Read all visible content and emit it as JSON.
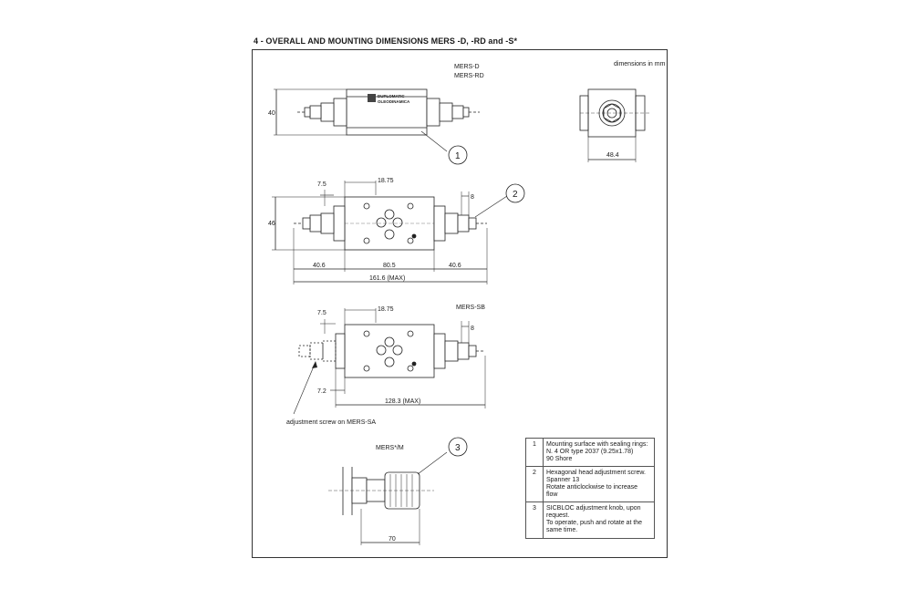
{
  "heading": "4 - OVERALL AND MOUNTING DIMENSIONS MERS -D, -RD and -S*",
  "units_note": "dimensions in mm",
  "views": {
    "top": {
      "label1": "MERS-D",
      "label2": "MERS-RD",
      "dim_height": "40",
      "brand1": "DUPLOMATIC",
      "brand2": "OLEODINAMICA"
    },
    "side": {
      "dim_width": "48.4"
    },
    "plan1": {
      "dim_7_5": "7.5",
      "dim_18_75": "18.75",
      "dim_8": "8",
      "dim_46": "46",
      "dim_left": "40.6",
      "dim_mid": "80.5",
      "dim_right": "40.6",
      "dim_total": "161.6 (MAX)"
    },
    "plan2": {
      "label": "MERS-SB",
      "dim_7_5": "7.5",
      "dim_18_75": "18.75",
      "dim_8": "8",
      "dim_7_2": "7.2",
      "dim_total": "128.3 (MAX)",
      "note": "adjustment screw on MERS-SA"
    },
    "knob": {
      "label": "MERS*/M",
      "dim_70": "70"
    }
  },
  "callouts": [
    "1",
    "2",
    "3"
  ],
  "legend": [
    {
      "num": "1",
      "lines": [
        "Mounting surface with sealing rings:",
        "N. 4 OR type 2037 (9.25x1.78)",
        "90 Shore"
      ]
    },
    {
      "num": "2",
      "lines": [
        "Hexagonal head adjustment screw.",
        "Spanner 13",
        "Rotate anticlockwise to increase",
        "flow"
      ]
    },
    {
      "num": "3",
      "lines": [
        "SICBLOC adjustment knob, upon",
        "request.",
        "To operate, push and rotate at the",
        "same time."
      ]
    }
  ]
}
